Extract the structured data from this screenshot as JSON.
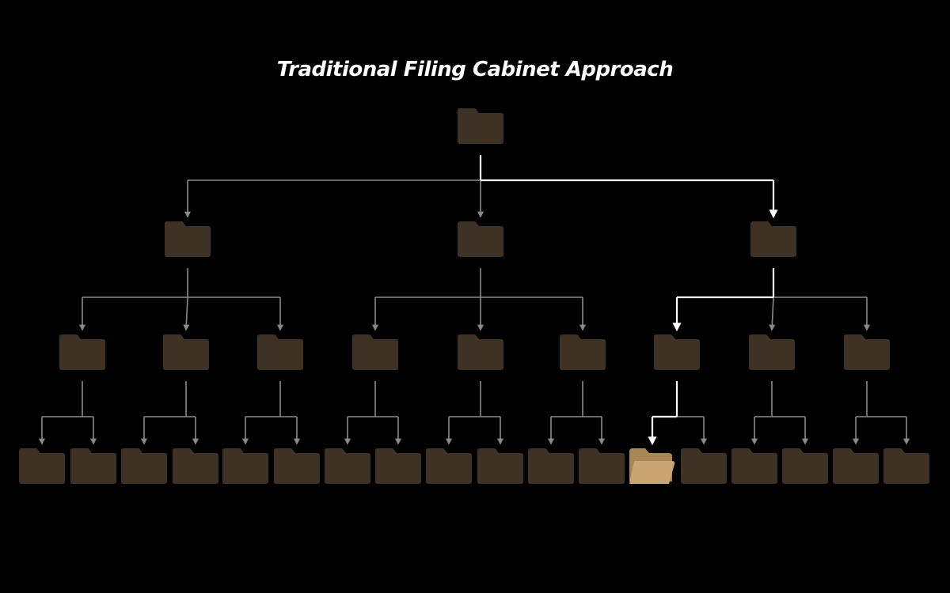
{
  "title": "Traditional Filing Cabinet Approach",
  "colors": {
    "background": "#000000",
    "title": "#ffffff",
    "folder": "#3d3224",
    "folder_open": "#c9a574",
    "folder_open_back": "#a98757",
    "connector": "#8a8a8a",
    "connector_highlight": "#ffffff"
  },
  "tree": {
    "icon": "folder-icon",
    "levels": [
      1,
      3,
      9,
      18
    ],
    "children_per_node": [
      3,
      3,
      2
    ],
    "highlight_path": [
      0,
      2,
      6,
      12
    ]
  }
}
